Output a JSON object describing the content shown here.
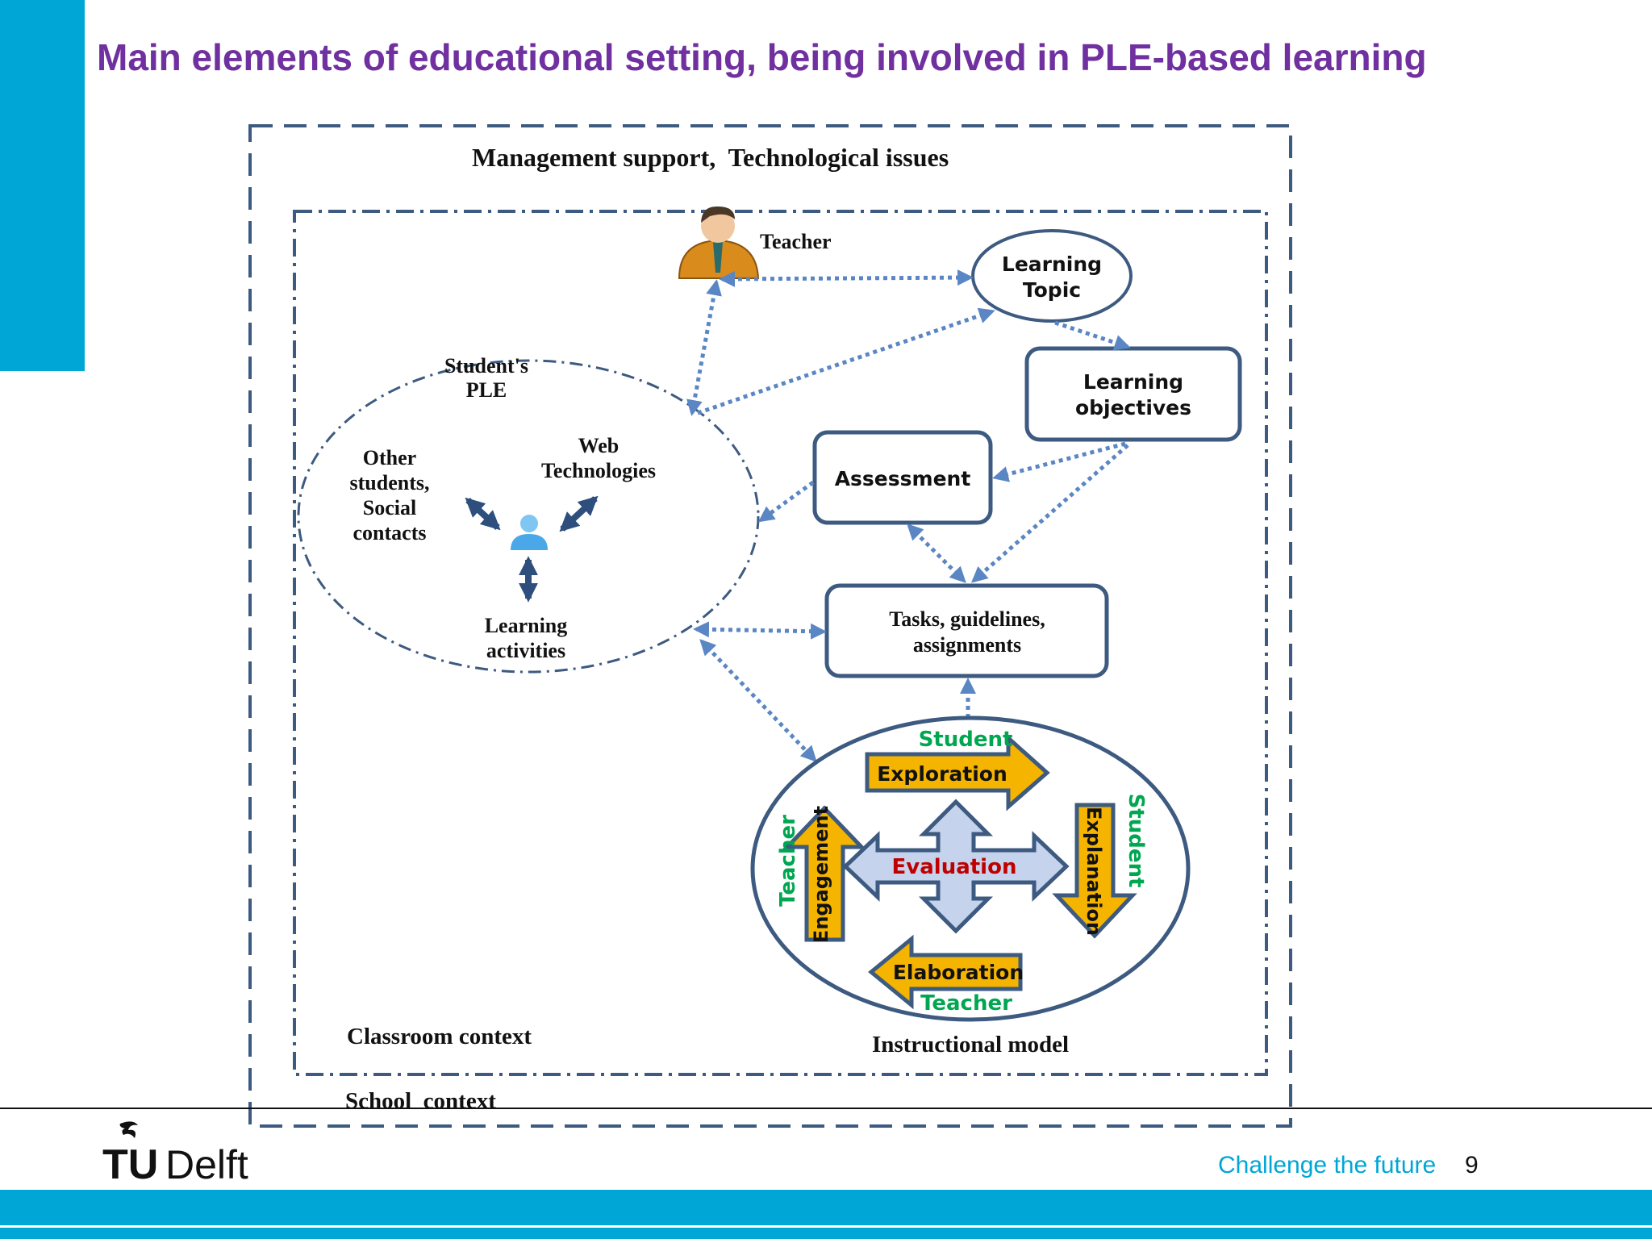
{
  "slide": {
    "title": "Main elements of educational setting, being  involved in PLE-based learning",
    "tagline": "Challenge the future",
    "page_number": "9",
    "logo": {
      "text_tu": "TU",
      "text_delft": "Delft",
      "icon": "flame-icon"
    }
  },
  "colors": {
    "accent_blue": "#00a6d6",
    "title_purple": "#7030a0",
    "frame_blue": "#3d5a80",
    "arrow_blue": "#5b86c4",
    "dark_arrow": "#2e4f7d",
    "cycle_arrow_fill": "#f5b400",
    "cross_fill": "#c5d3ec",
    "green_label": "#00a650",
    "evaluation_red": "#c00000"
  },
  "diagram": {
    "outer_frame_label": "Management support,  Technological issues",
    "school_context": "School  context",
    "classroom_context": "Classroom context",
    "teacher": "Teacher",
    "learning_topic": [
      "Learning",
      "Topic"
    ],
    "learning_objectives": [
      "Learning",
      "objectives"
    ],
    "assessment": "Assessment",
    "tasks": [
      "Tasks, guidelines,",
      "assignments"
    ],
    "ple": {
      "title": [
        "Student's",
        "PLE"
      ],
      "web": [
        "Web",
        "Technologies"
      ],
      "others": [
        "Other",
        "students,",
        "Social",
        "contacts"
      ],
      "activities": [
        "Learning",
        "activities"
      ]
    },
    "instructional_model": {
      "label": "Instructional model",
      "exploration": "Exploration",
      "explanation": "Explanation",
      "elaboration": "Elaboration",
      "engagement": "Engagement",
      "evaluation": "Evaluation",
      "student_top": "Student",
      "student_right": "Student",
      "teacher_left": "Teacher",
      "teacher_bottom": "Teacher"
    }
  }
}
